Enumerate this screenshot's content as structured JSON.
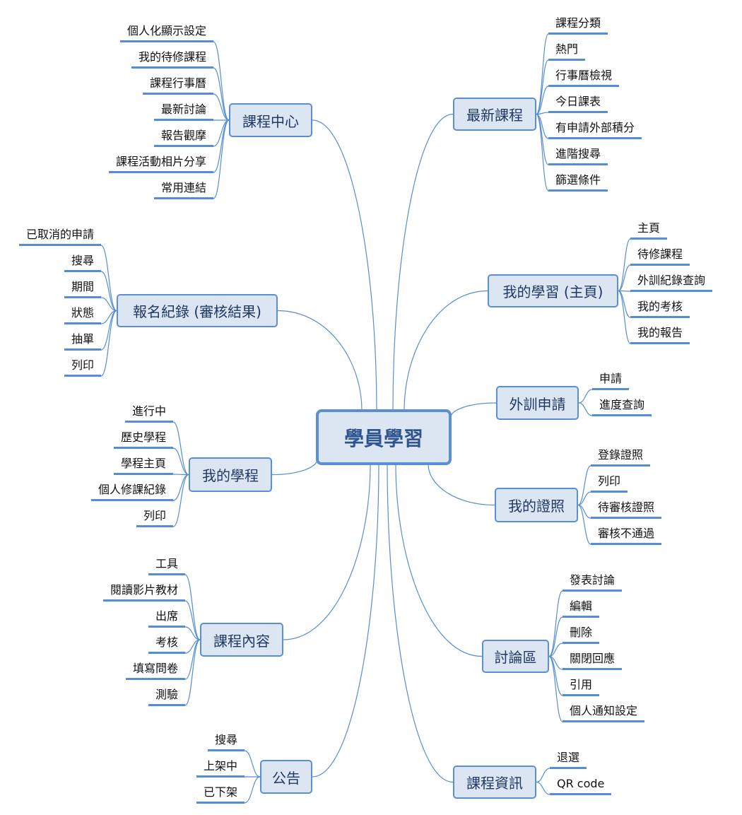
{
  "center": {
    "label": "學員學習"
  },
  "colors": {
    "line": "#558ed5",
    "node_fill": "#dce6f2",
    "node_border": "#5b8fd4",
    "branch_text": "#1f3864"
  },
  "branches": [
    {
      "id": "course-center",
      "label": "課程中心",
      "items": [
        "個人化顯示設定",
        "我的待修課程",
        "課程行事曆",
        "最新討論",
        "報告觀摩",
        "課程活動相片分享",
        "常用連結"
      ]
    },
    {
      "id": "enrollment-records",
      "label": "報名紀錄 (審核結果)",
      "items": [
        "已取消的申請",
        "搜尋",
        "期間",
        "狀態",
        "抽單",
        "列印"
      ]
    },
    {
      "id": "my-programs",
      "label": "我的學程",
      "items": [
        "進行中",
        "歷史學程",
        "學程主頁",
        "個人修課紀錄",
        "列印"
      ]
    },
    {
      "id": "course-content",
      "label": "課程內容",
      "items": [
        "工具",
        "閱讀影片教材",
        "出席",
        "考核",
        "填寫問卷",
        "測驗"
      ]
    },
    {
      "id": "announcements",
      "label": "公告",
      "items": [
        "搜尋",
        "上架中",
        "已下架"
      ]
    },
    {
      "id": "latest-courses",
      "label": "最新課程",
      "items": [
        "課程分類",
        "熱門",
        "行事曆檢視",
        "今日課表",
        "有申請外部積分",
        "進階搜尋",
        "篩選條件"
      ]
    },
    {
      "id": "my-learning",
      "label": "我的學習 (主頁)",
      "items": [
        "主頁",
        "待修課程",
        "外訓紀錄查詢",
        "我的考核",
        "我的報告"
      ]
    },
    {
      "id": "external-training",
      "label": "外訓申請",
      "items": [
        "申請",
        "進度查詢"
      ]
    },
    {
      "id": "my-certificates",
      "label": "我的證照",
      "items": [
        "登錄證照",
        "列印",
        "待審核證照",
        "審核不通過"
      ]
    },
    {
      "id": "discussion",
      "label": "討論區",
      "items": [
        "發表討論",
        "編輯",
        "刪除",
        "關閉回應",
        "引用",
        "個人通知設定"
      ]
    },
    {
      "id": "course-info",
      "label": "課程資訊",
      "items": [
        "退選",
        "QR code"
      ]
    }
  ]
}
